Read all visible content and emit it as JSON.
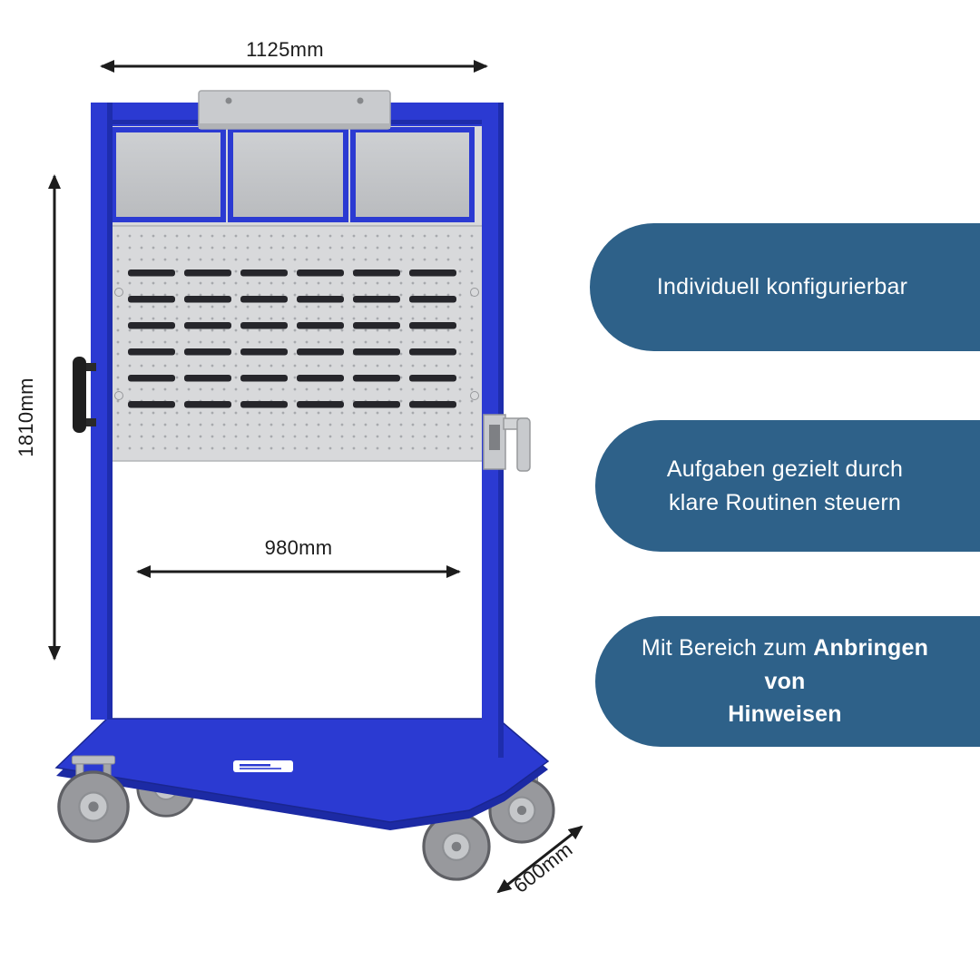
{
  "dimensions": {
    "width": "1125mm",
    "height": "1810mm",
    "inner_width": "980mm",
    "depth": "600mm"
  },
  "callouts": {
    "c1": {
      "text": "Individuell konfigurierbar"
    },
    "c2": {
      "line1": "Aufgaben gezielt durch",
      "line2": "klare Routinen steuern"
    },
    "c3": {
      "lead": "Mit Bereich zum",
      "bold1": "Anbringen von",
      "bold2": "Hinweisen"
    }
  },
  "colors": {
    "frame_blue": "#2b3ad2",
    "frame_blue_dark": "#1c2aa4",
    "panel_gray": "#d8d9db",
    "slot_dark": "#26262b",
    "callout_blue": "#2e6189",
    "dimension_color": "#1c1c1c",
    "text_white": "#ffffff"
  }
}
